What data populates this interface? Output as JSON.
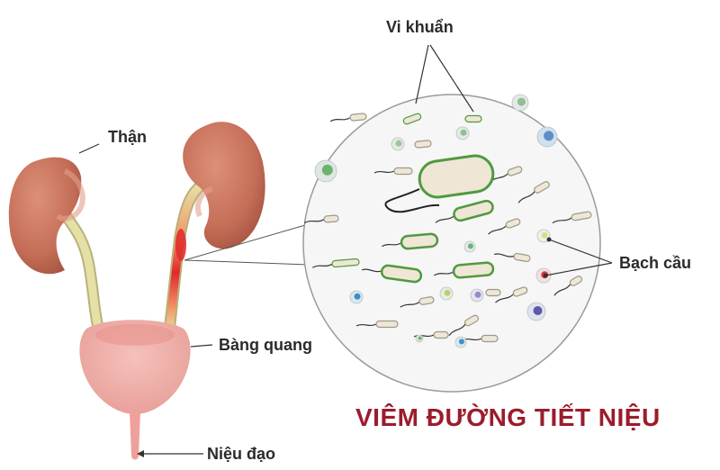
{
  "title": "VIÊM ĐƯỜNG TIẾT NIỆU",
  "labels": {
    "kidney": "Thận",
    "bacteria": "Vi khuẩn",
    "white_blood_cells": "Bạch cầu",
    "bladder": "Bàng quang",
    "urethra": "Niệu đạo"
  },
  "colors": {
    "title": "#9b1c2c",
    "kidney": "#c9735c",
    "ureter": "#e5e0a5",
    "inflammation": "#e0292a",
    "bladder": "#f1a9a4",
    "bacteria_outline": "#4f9a3f",
    "bacteria_fill": "#efe6d6"
  }
}
